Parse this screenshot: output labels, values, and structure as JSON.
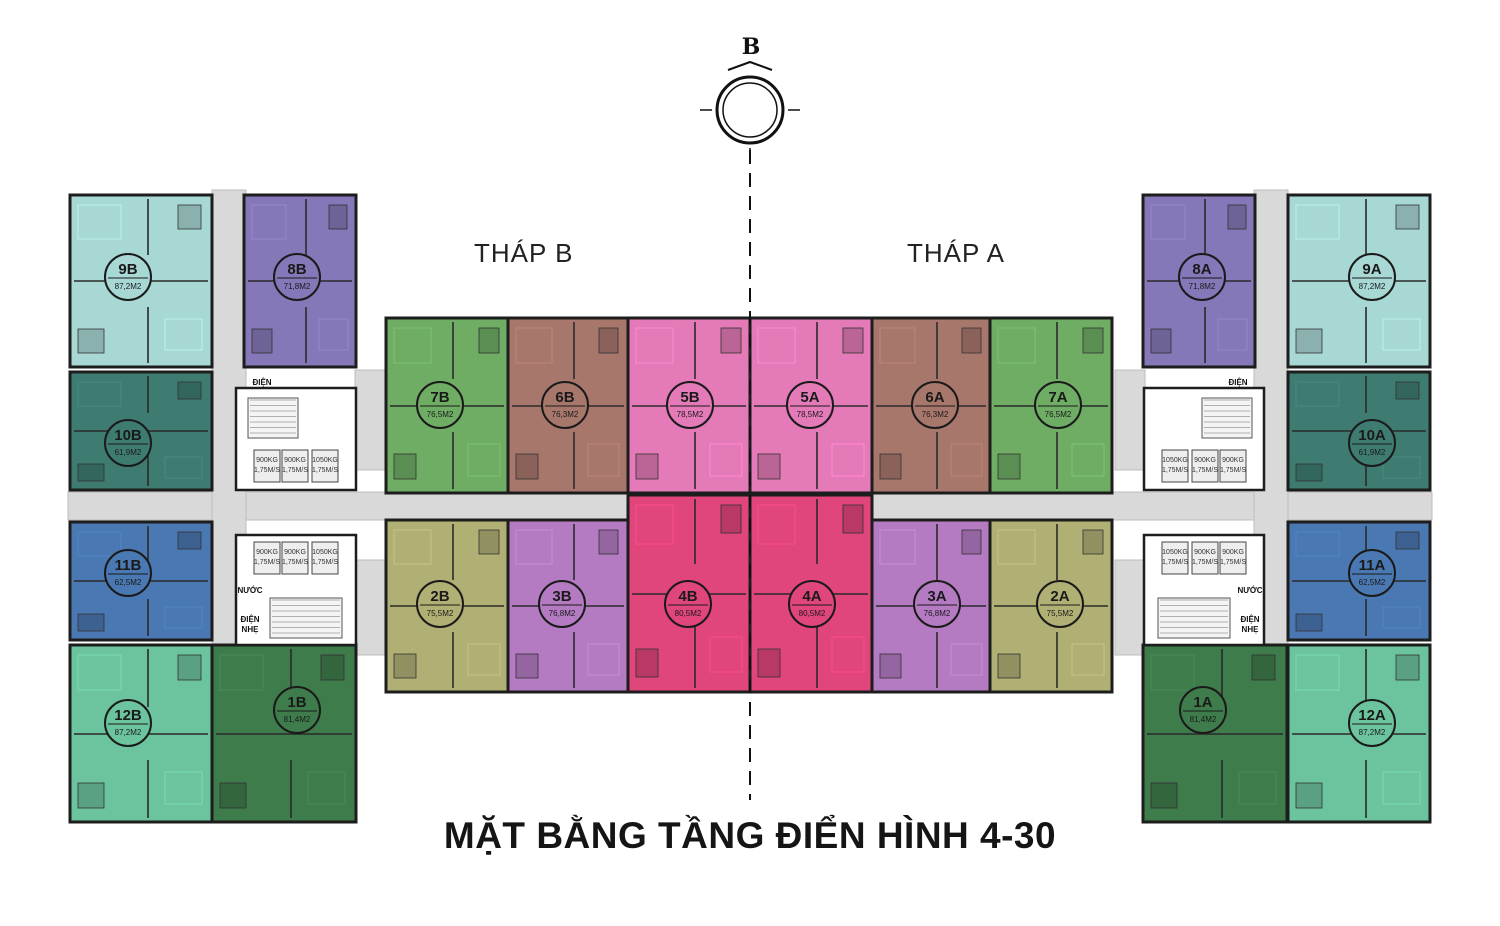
{
  "compass": {
    "label": "B"
  },
  "towers": [
    {
      "id": "b",
      "label": "THÁP B"
    },
    {
      "id": "a",
      "label": "THÁP A"
    }
  ],
  "title": "MẶT BẰNG TẦNG ĐIỂN HÌNH 4-30",
  "colors": {
    "light_teal": "#a8d8d3",
    "purple": "#8677b8",
    "dark_teal": "#3e7c72",
    "blue": "#4a78b2",
    "mint": "#6cc49f",
    "dark_green": "#3f7c4c",
    "green": "#6fad64",
    "brown": "#a8776c",
    "pink": "#e47bb8",
    "olive": "#b0b075",
    "violet": "#b47bc3",
    "crimson": "#e0457c",
    "corridor": "#d9d9d9"
  },
  "units": [
    {
      "code": "9B",
      "area": "87,2M2",
      "color": "light_teal"
    },
    {
      "code": "8B",
      "area": "71,8M2",
      "color": "purple"
    },
    {
      "code": "10B",
      "area": "61,9M2",
      "color": "dark_teal"
    },
    {
      "code": "11B",
      "area": "62,5M2",
      "color": "blue"
    },
    {
      "code": "12B",
      "area": "87,2M2",
      "color": "mint"
    },
    {
      "code": "1B",
      "area": "81,4M2",
      "color": "dark_green"
    },
    {
      "code": "7B",
      "area": "76,5M2",
      "color": "green"
    },
    {
      "code": "6B",
      "area": "76,3M2",
      "color": "brown"
    },
    {
      "code": "5B",
      "area": "78,5M2",
      "color": "pink"
    },
    {
      "code": "5A",
      "area": "78,5M2",
      "color": "pink"
    },
    {
      "code": "6A",
      "area": "76,3M2",
      "color": "brown"
    },
    {
      "code": "7A",
      "area": "76,5M2",
      "color": "green"
    },
    {
      "code": "2B",
      "area": "75,5M2",
      "color": "olive"
    },
    {
      "code": "3B",
      "area": "76,8M2",
      "color": "violet"
    },
    {
      "code": "4B",
      "area": "80,5M2",
      "color": "crimson"
    },
    {
      "code": "4A",
      "area": "80,5M2",
      "color": "crimson"
    },
    {
      "code": "3A",
      "area": "76,8M2",
      "color": "violet"
    },
    {
      "code": "2A",
      "area": "75,5M2",
      "color": "olive"
    },
    {
      "code": "8A",
      "area": "71,8M2",
      "color": "purple"
    },
    {
      "code": "9A",
      "area": "87,2M2",
      "color": "light_teal"
    },
    {
      "code": "10A",
      "area": "61,9M2",
      "color": "dark_teal"
    },
    {
      "code": "11A",
      "area": "62,5M2",
      "color": "blue"
    },
    {
      "code": "1A",
      "area": "81,4M2",
      "color": "dark_green"
    },
    {
      "code": "12A",
      "area": "87,2M2",
      "color": "mint"
    }
  ],
  "service_labels": {
    "electric": "ĐIỆN",
    "water": "NƯỚC",
    "low_voltage_1": "ĐIỆN",
    "low_voltage_2": "NHẸ"
  },
  "lift_labels": {
    "cap_900": "900KG",
    "cap_1050": "1050KG",
    "speed": "1,75M/S"
  }
}
